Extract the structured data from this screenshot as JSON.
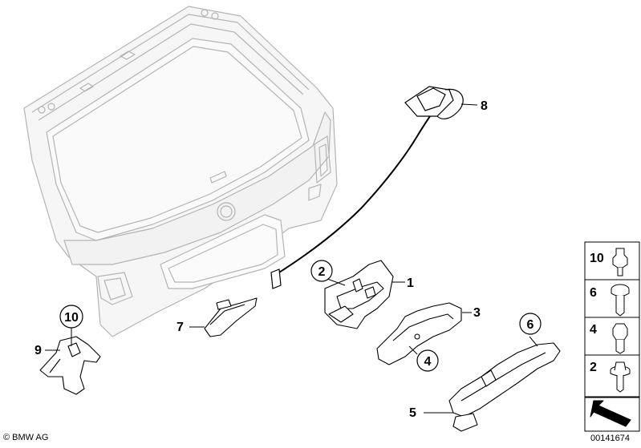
{
  "callouts": {
    "c1": "1",
    "c2": "2",
    "c3": "3",
    "c4": "4",
    "c5": "5",
    "c6": "6",
    "c7": "7",
    "c8": "8",
    "c9": "9",
    "c10": "10"
  },
  "legend": {
    "items": [
      "10",
      "6",
      "4",
      "2"
    ]
  },
  "footer": {
    "copyright": "© BMW AG",
    "diagram_number": "00141674"
  }
}
